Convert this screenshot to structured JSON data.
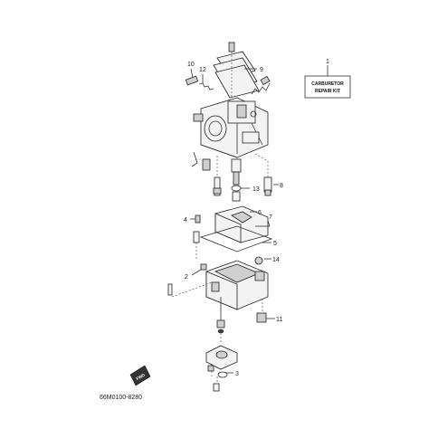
{
  "callouts": [
    "1",
    "2",
    "3",
    "4",
    "5",
    "6",
    "7",
    "8",
    "9",
    "10",
    "11",
    "12",
    "13",
    "14"
  ],
  "kit": {
    "line1": "CARBURETOR",
    "line2": "REPAIR KIT"
  },
  "fwd_label": "FWD",
  "diagram_code": "66M0100-8280"
}
